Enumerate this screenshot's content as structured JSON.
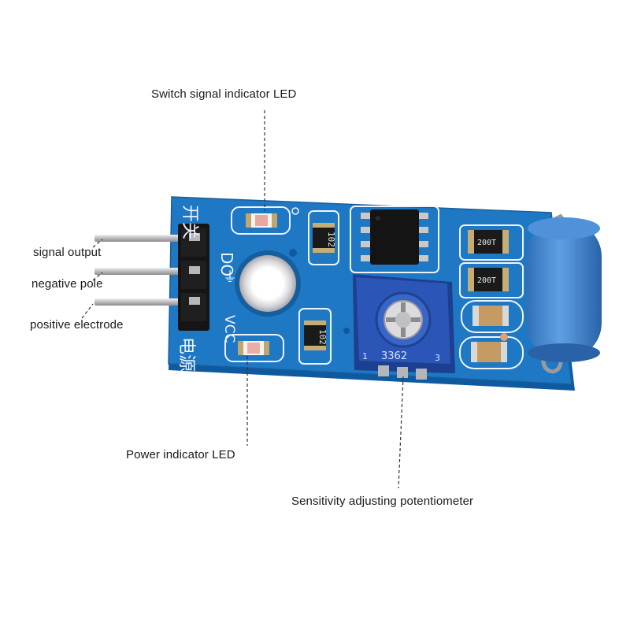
{
  "callouts": {
    "switch_led": "Switch signal indicator LED",
    "signal_output": "signal output",
    "negative_pole": "negative pole",
    "positive_electrode": "positive electrode",
    "power_led": "Power indicator LED",
    "potentiometer": "Sensitivity adjusting potentiometer"
  },
  "board": {
    "pin_labels": [
      "DO",
      "⏚",
      "VCC"
    ],
    "top_chinese": "开关",
    "bottom_chinese": "电源",
    "resistor_top": "102",
    "resistor_bottom": "102",
    "resistor_right_1": "200T",
    "resistor_right_2": "200T",
    "pot_model": "3362",
    "pot_pin_1": "1",
    "pot_pin_3": "3"
  },
  "colors": {
    "pcb": "#1e78c4",
    "pcb_dark": "#0f5a9e",
    "silkscreen": "#eef4ff",
    "potentiometer": "#2c55b8",
    "tilt_sensor": "#3f86d4",
    "pins": "#c8c8cc"
  }
}
